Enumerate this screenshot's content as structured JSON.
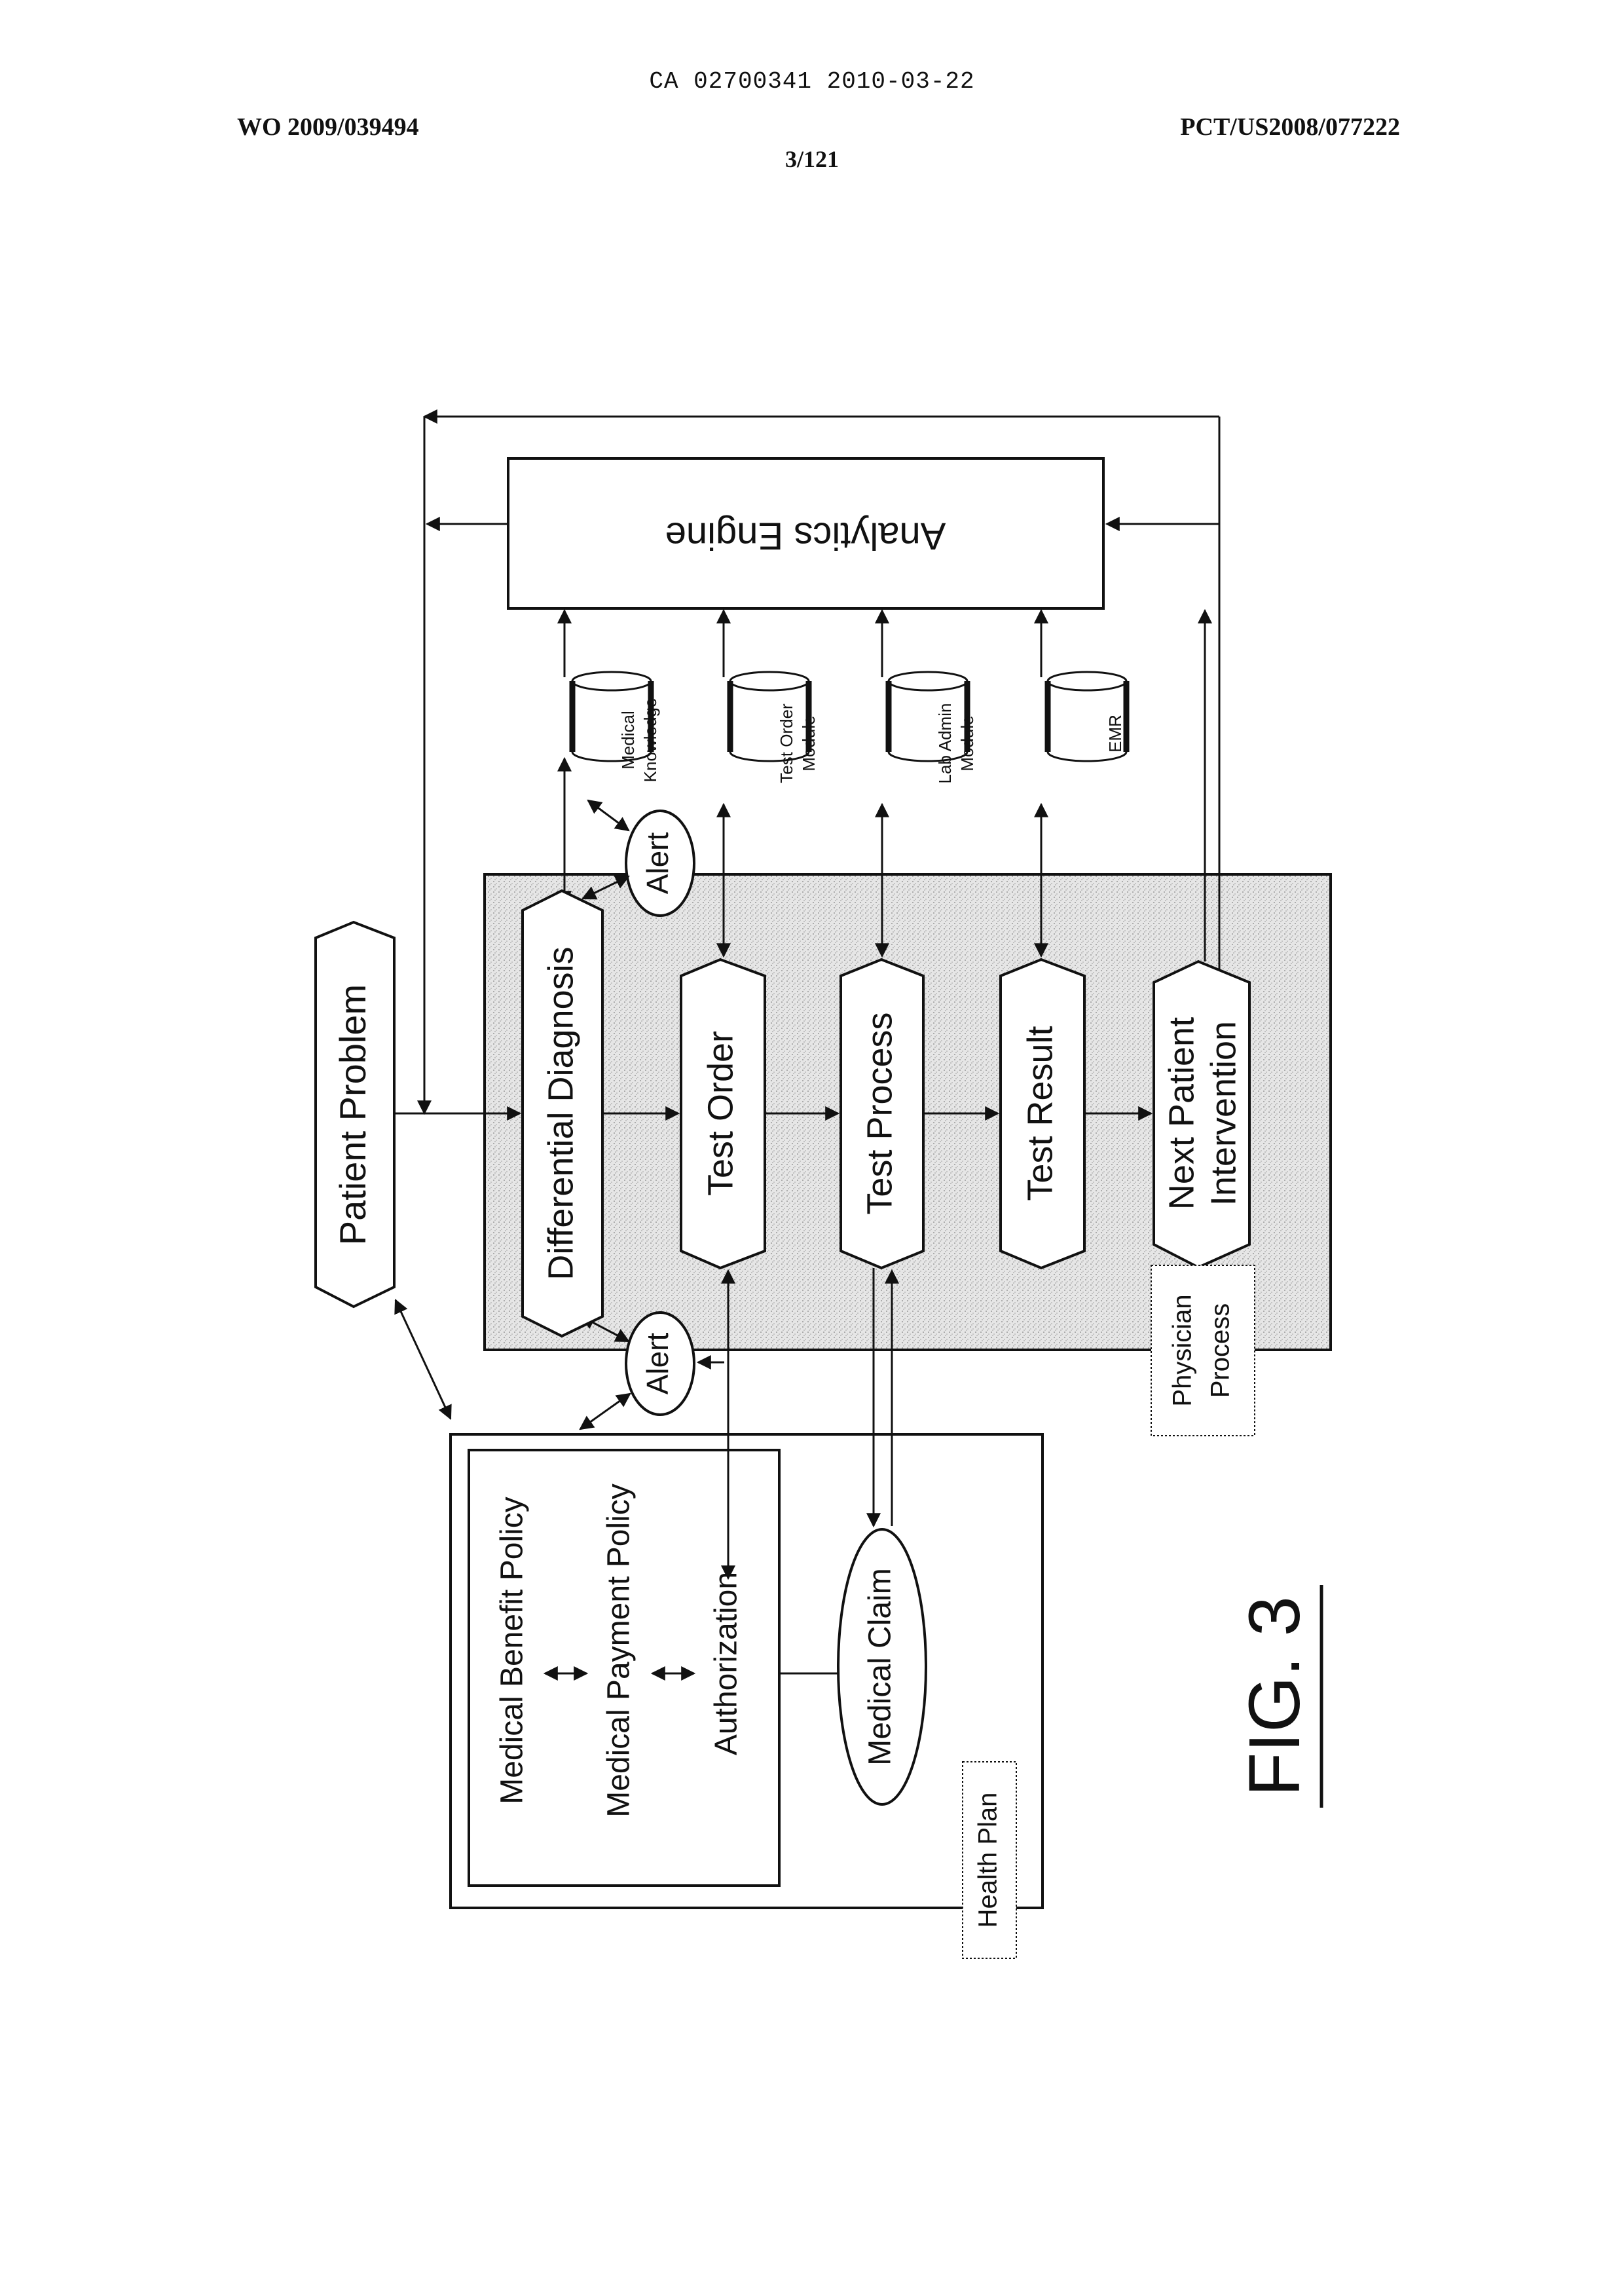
{
  "header": {
    "ca_number": "CA 02700341 2010-03-22",
    "publication_number": "WO 2009/039494",
    "application_number": "PCT/US2008/077222",
    "sheet": "3/121"
  },
  "figure": {
    "label": "FIG. 3",
    "physician_process": {
      "label_line1": "Physician",
      "label_line2": "Process"
    },
    "health_plan": {
      "label": "Health Plan"
    },
    "patient_problem": "Patient Problem",
    "steps": {
      "differential_diagnosis": "Differential Diagnosis",
      "test_order": "Test Order",
      "test_process": "Test Process",
      "test_result": "Test Result",
      "next_patient_intervention_line1": "Next Patient",
      "next_patient_intervention_line2": "Intervention"
    },
    "alerts": {
      "top": "Alert",
      "bottom": "Alert"
    },
    "databases": {
      "medical_knowledge_line1": "Medical",
      "medical_knowledge_line2": "Knowledge",
      "test_order_module_line1": "Test Order",
      "test_order_module_line2": "Module",
      "lab_admin_module_line1": "Lab Admin",
      "lab_admin_module_line2": "Module",
      "emr": "EMR"
    },
    "analytics_engine": "Analytics Engine",
    "health_plan_items": {
      "medical_benefit_policy": "Medical Benefit Policy",
      "medical_payment_policy": "Medical Payment Policy",
      "authorization": "Authorization",
      "medical_claim": "Medical Claim"
    }
  }
}
